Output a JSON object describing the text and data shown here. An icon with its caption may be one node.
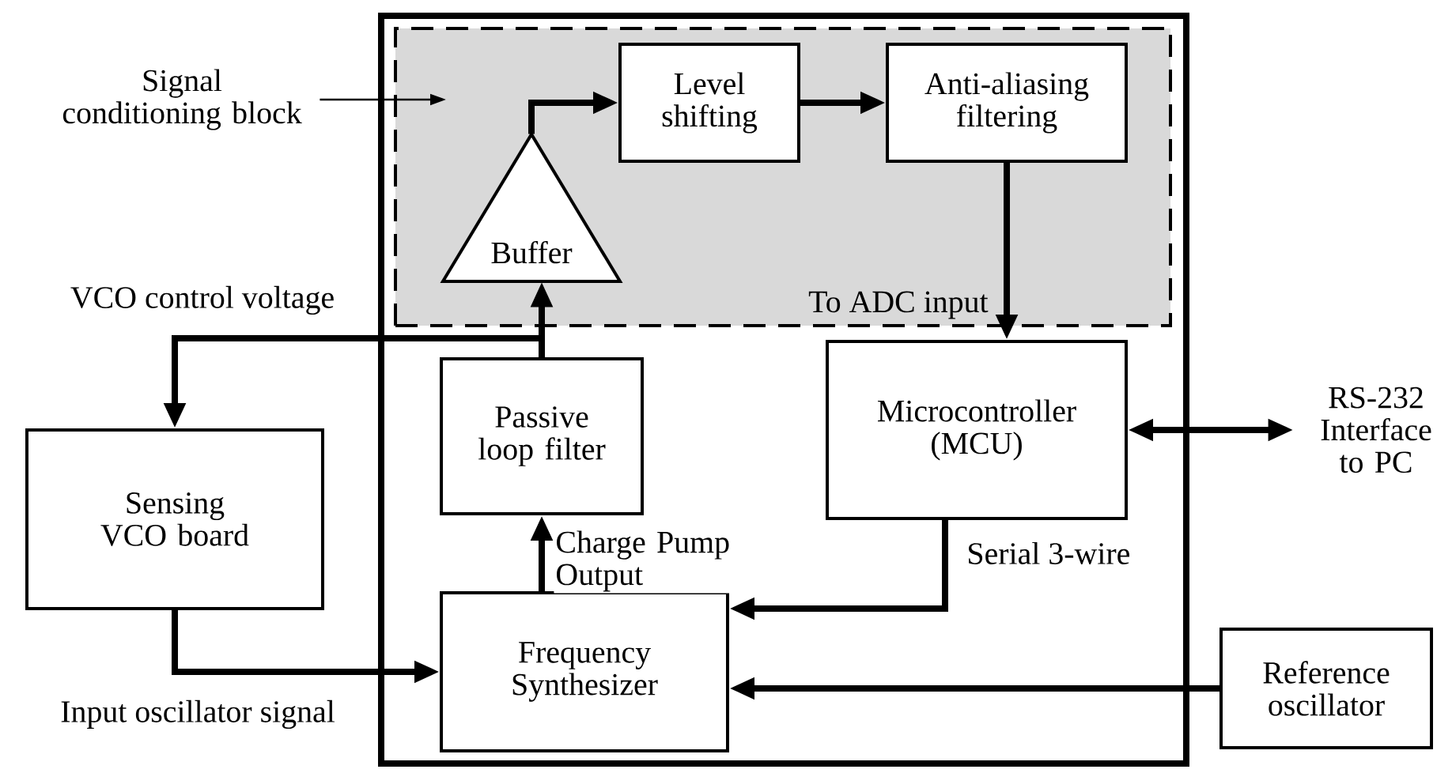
{
  "diagram": {
    "nodes": [
      {
        "text": [],
        "shape": "box"
      },
      {
        "text": [],
        "shape": "box",
        "in": 0
      },
      {
        "text": [
          "Signal conditioning block"
        ]
      },
      {
        "text": [
          "Buffer"
        ],
        "in": 1
      },
      {
        "text": [
          "Level shifting"
        ],
        "in": 1
      },
      {
        "text": [
          "Anti-aliasing filtering"
        ],
        "in": 1
      },
      {
        "text": [
          "Microcontroller (MCU)"
        ],
        "in": 0
      },
      {
        "text": [
          "Passive loop filter"
        ],
        "in": 0
      },
      {
        "text": [
          "Frequency Synthesizer"
        ],
        "in": 0
      },
      {
        "text": [
          "Sensing VCO board"
        ]
      },
      {
        "text": [
          "Reference oscillator"
        ]
      },
      {
        "text": [
          "RS-232 Interface to PC"
        ]
      }
    ],
    "edges": [
      {
        "from": 2,
        "to": 1,
        "arrow": "to"
      },
      {
        "from": 3,
        "to": 4,
        "arrow": "to"
      },
      {
        "from": 4,
        "to": 5,
        "arrow": "to"
      },
      {
        "from": 5,
        "to": 6,
        "arrow": "to",
        "label": "To ADC input"
      },
      {
        "from": 7,
        "to": 3,
        "arrow": "to"
      },
      {
        "from": 7,
        "to": 9,
        "arrow": "to",
        "label": "VCO control voltage"
      },
      {
        "from": 9,
        "to": 8,
        "arrow": "to",
        "label": "Input oscillator signal"
      },
      {
        "from": 8,
        "to": 7,
        "arrow": "to",
        "label": "Charge Pump Output"
      },
      {
        "from": 6,
        "to": 8,
        "arrow": "to",
        "label": "Serial 3-wire"
      },
      {
        "from": 10,
        "to": 8,
        "arrow": "to"
      },
      {
        "from": 6,
        "to": 11,
        "arrow": "both"
      }
    ]
  }
}
